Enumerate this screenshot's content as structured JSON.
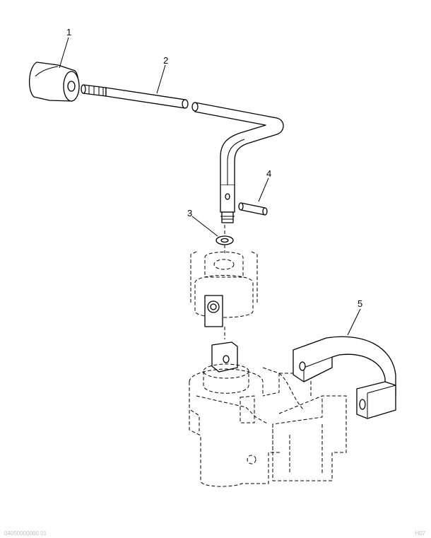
{
  "callouts": [
    "1",
    "2",
    "3",
    "4",
    "5"
  ],
  "footer": {
    "left": "04050000000 01",
    "right": "H07"
  }
}
